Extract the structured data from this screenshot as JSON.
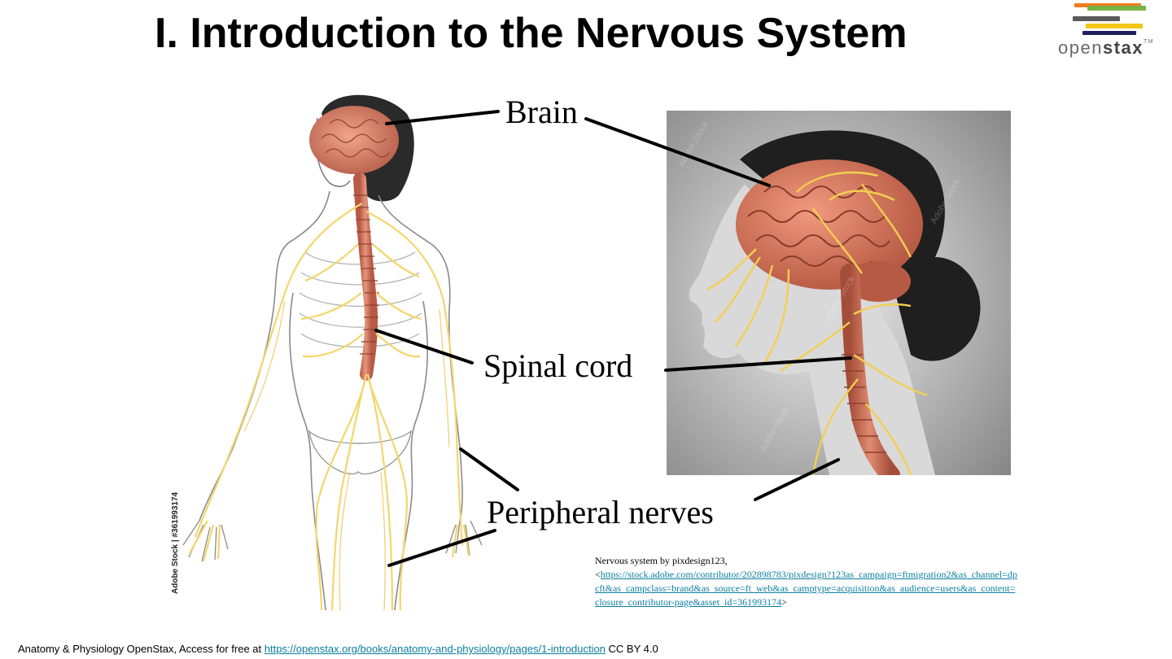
{
  "slide": {
    "title": "I. Introduction to the Nervous System"
  },
  "logo": {
    "word_light": "open",
    "word_bold": "stax",
    "tm": "TM",
    "stripe_colors": [
      "#f47a20",
      "#77b445",
      "#5a5a5a",
      "#f5c518",
      "#21205e"
    ]
  },
  "figures": {
    "left_watermark": "Adobe Stock | #361993174",
    "right_watermark": "Adobe Stock"
  },
  "labels": {
    "brain": "Brain",
    "spinal_cord": "Spinal cord",
    "peripheral_nerves": "Peripheral nerves"
  },
  "credit": {
    "prefix": "Nervous system by pixdesign123,",
    "open_bracket": "<",
    "url": "https://stock.adobe.com/contributor/202898783/pixdesign?123as_campaign=ftmigration2&as_channel=dpcft&as_campclass=brand&as_source=ft_web&as_camptype=acquisition&as_audience=users&as_content=closure_contributor-page&asset_id=361993174",
    "close_bracket": ">"
  },
  "footer": {
    "prefix": "Anatomy & Physiology OpenStax, Access for free at ",
    "url": "https://openstax.org/books/anatomy-and-physiology/pages/1-introduction",
    "suffix": " CC BY 4.0"
  },
  "colors": {
    "nerve": "#f3d66b",
    "brain": "#d9826a",
    "link": "#0b7fa0"
  }
}
